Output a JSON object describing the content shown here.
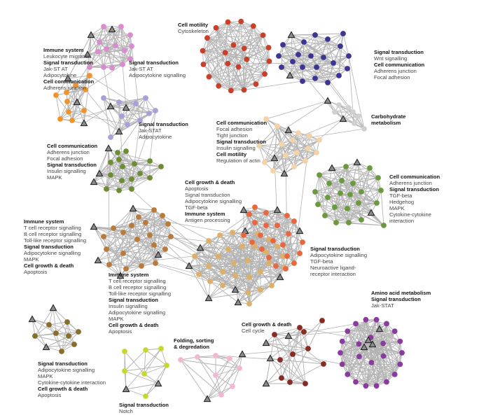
{
  "colors": {
    "edge": "#b3b3b3",
    "triangle_fill": "#8a8a8a",
    "triangle_stroke": "#1a1a1a",
    "node_stroke": "none"
  },
  "modules": [
    {
      "id": "pink",
      "color": "#d98cd0",
      "blocks": [
        {
          "id": "a",
          "entries": [
            {
              "h": "Immune system",
              "l": [
                "Leukocyte migration"
              ]
            },
            {
              "h": "Signal transduction",
              "l": [
                "Jak-ST AT",
                "Adipocytokine"
              ]
            },
            {
              "h": "Cell communication",
              "l": [
                "Adherens junction"
              ]
            }
          ]
        },
        {
          "id": "b",
          "entries": [
            {
              "h": "Signal transduction",
              "l": [
                "Jak-ST AT",
                "Adipocytokine signalling"
              ]
            }
          ]
        }
      ]
    },
    {
      "id": "orange",
      "color": "#f0942a",
      "blocks": []
    },
    {
      "id": "lavender",
      "color": "#a9a0d8",
      "blocks": [
        {
          "id": "a",
          "entries": [
            {
              "h": "Signal transduction",
              "l": [
                "Jak-STAT",
                "Adipocytokine"
              ]
            }
          ]
        }
      ]
    },
    {
      "id": "olive",
      "color": "#6e8c32",
      "blocks": [
        {
          "id": "a",
          "entries": [
            {
              "h": "Cell communication",
              "l": [
                "Adherens junction",
                "Focal adhesion"
              ]
            },
            {
              "h": "Signal transduction",
              "l": [
                "Insulin signalling",
                "MAPK"
              ]
            }
          ]
        }
      ]
    },
    {
      "id": "red",
      "color": "#c8402a",
      "blocks": [
        {
          "id": "a",
          "entries": [
            {
              "h": "Cell motility",
              "l": [
                "Cytoskeleton"
              ]
            }
          ]
        }
      ]
    },
    {
      "id": "navy",
      "color": "#3c3594",
      "blocks": [
        {
          "id": "a",
          "entries": [
            {
              "h": "Signal transduction",
              "l": [
                "Wnt signalling"
              ]
            },
            {
              "h": "Cell communication",
              "l": [
                "Adherens junction",
                "Focal adhesion"
              ]
            }
          ]
        }
      ]
    },
    {
      "id": "lightgrey",
      "color": "#d0d0d0",
      "blocks": [
        {
          "id": "a",
          "entries": [
            {
              "h": "Carbohydrate",
              "l": []
            },
            {
              "h": "metabolism",
              "l": []
            }
          ]
        }
      ]
    },
    {
      "id": "peach",
      "color": "#f5d3a8",
      "blocks": [
        {
          "id": "a",
          "entries": [
            {
              "h": "Cell communication",
              "l": [
                "Focal adhesion",
                "Tight junction"
              ]
            },
            {
              "h": "Signal transduction",
              "l": [
                "Insulin signalling"
              ]
            },
            {
              "h": "Cell motility",
              "l": [
                "Regulation of actin"
              ]
            }
          ]
        }
      ]
    },
    {
      "id": "green",
      "color": "#6a9a3c",
      "blocks": [
        {
          "id": "a",
          "entries": [
            {
              "h": "Cell communication",
              "l": [
                "Adherens junction"
              ]
            },
            {
              "h": "Signal transduction",
              "l": [
                "TGF-beta",
                "Hedgehog",
                "MAPK",
                "Cytokine-cytokine",
                "interaction"
              ]
            }
          ]
        }
      ]
    },
    {
      "id": "brown",
      "color": "#b87b3a",
      "blocks": [
        {
          "id": "a",
          "entries": [
            {
              "h": "Immune system",
              "l": [
                "T cell receptor signalling",
                "B cell receptor signalling",
                "Toll-like receptor signalling"
              ]
            },
            {
              "h": "Signal transduction",
              "l": [
                "Adipocytokine signalling",
                "MAPK"
              ]
            },
            {
              "h": "Cell growth & death",
              "l": [
                "Apoptosis"
              ]
            }
          ]
        }
      ]
    },
    {
      "id": "tan",
      "color": "#dcb068",
      "blocks": [
        {
          "id": "a",
          "entries": [
            {
              "h": "Immune system",
              "l": [
                "T cell receptor signalling",
                "B cell receptor signalling",
                "Toll-like receptor signalling"
              ]
            },
            {
              "h": "Signal transduction",
              "l": [
                "Insulin signalling",
                "Adipocytokine signalling",
                "MAPK"
              ]
            },
            {
              "h": "Cell growth & death",
              "l": [
                "Apoptosis"
              ]
            }
          ]
        }
      ]
    },
    {
      "id": "coral",
      "color": "#e8673f",
      "blocks": [
        {
          "id": "a",
          "entries": [
            {
              "h": "Cell growth & death",
              "l": [
                "Apoptosis",
                "Signal transduction",
                "Adipocytokine signalling",
                "TGF-beta"
              ]
            },
            {
              "h": "Immune system",
              "l": [
                "Antigen processing"
              ]
            }
          ]
        },
        {
          "id": "b",
          "entries": [
            {
              "h": "Signal transduction",
              "l": [
                "Adipocytokine signalling",
                "TGF-beta",
                "Neuroactive ligand-",
                "receptor interaction"
              ]
            }
          ]
        }
      ]
    },
    {
      "id": "darkolive",
      "color": "#8a6d28",
      "blocks": [
        {
          "id": "a",
          "entries": [
            {
              "h": "Signal transduction",
              "l": [
                "Adipocytokine signalling",
                "MAPK",
                "Cytokine-cytokine interaction"
              ]
            },
            {
              "h": "Cell growth & death",
              "l": [
                "Apoptosis"
              ]
            }
          ]
        }
      ]
    },
    {
      "id": "yellowgreen",
      "color": "#c6d830",
      "blocks": [
        {
          "id": "a",
          "entries": [
            {
              "h": "Signal transduction",
              "l": [
                "Notch"
              ]
            }
          ]
        }
      ]
    },
    {
      "id": "lightpink",
      "color": "#f2b8d2",
      "blocks": [
        {
          "id": "a",
          "entries": [
            {
              "h": "Folding, sorting",
              "l": []
            },
            {
              "h": "& degredation",
              "l": []
            }
          ]
        }
      ]
    },
    {
      "id": "darkred",
      "color": "#8a2a22",
      "blocks": [
        {
          "id": "a",
          "entries": [
            {
              "h": "Cell growth & death",
              "l": [
                "Cell cycle"
              ]
            }
          ]
        }
      ]
    },
    {
      "id": "purple",
      "color": "#8a3c9e",
      "blocks": [
        {
          "id": "a",
          "entries": [
            {
              "h": "Amino acid metabolism",
              "l": []
            },
            {
              "h": "Signal transduction",
              "l": [
                "Jak-STAT"
              ]
            }
          ]
        }
      ]
    }
  ]
}
